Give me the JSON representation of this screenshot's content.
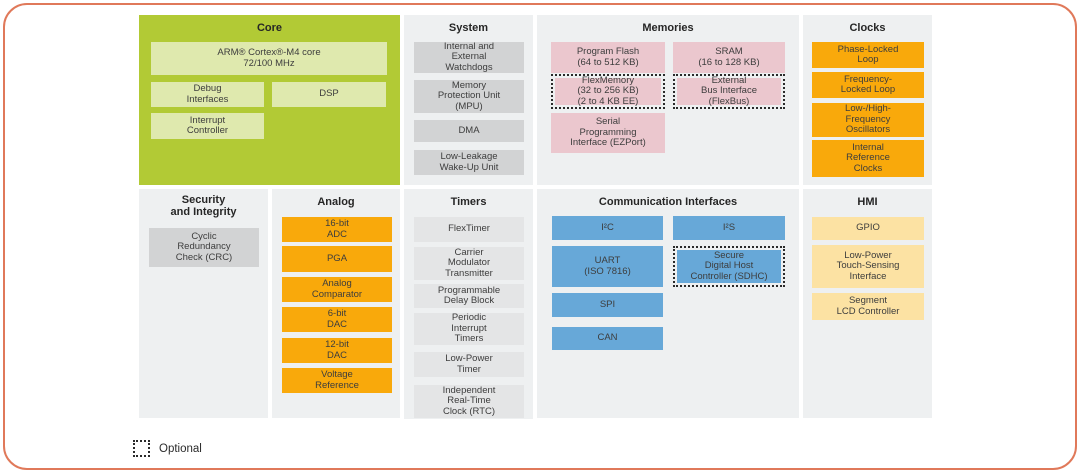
{
  "legend": {
    "label": "Optional"
  },
  "colors": {
    "frame_border": "#e0795a",
    "core_background": "#b2ca35",
    "core_block": "#dfe9ae",
    "section_background": "#eef0f1",
    "system_block": "#d2d3d4",
    "timers_block": "#e4e5e6",
    "memories_block": "#ebc7ce",
    "clocks_analog_block": "#f9a90b",
    "communication_block": "#67a8d8",
    "hmi_block": "#fce2a3"
  },
  "sections": {
    "core": {
      "title": "Core",
      "blocks": {
        "arm": "ARM® Cortex®-M4 core\n72/100 MHz",
        "debug": "Debug\nInterfaces",
        "dsp": "DSP",
        "interrupt": "Interrupt\nController"
      }
    },
    "system": {
      "title": "System",
      "blocks": {
        "watchdogs": "Internal and\nExternal\nWatchdogs",
        "mpu": "Memory\nProtection Unit\n(MPU)",
        "dma": "DMA",
        "llwu": "Low-Leakage\nWake-Up Unit"
      }
    },
    "memories": {
      "title": "Memories",
      "blocks": {
        "program_flash": "Program Flash\n(64 to 512 KB)",
        "sram": "SRAM\n(16 to 128 KB)",
        "flexmemory": "FlexMemory\n(32 to 256 KB)\n(2 to 4 KB EE)",
        "external_bus": "External\nBus Interface\n(FlexBus)",
        "ezport": "Serial\nProgramming\nInterface (EZPort)"
      }
    },
    "clocks": {
      "title": "Clocks",
      "blocks": {
        "pll": "Phase-Locked\nLoop",
        "fll": "Frequency-\nLocked Loop",
        "oscillators": "Low-/High-\nFrequency\nOscillators",
        "irc": "Internal\nReference\nClocks"
      }
    },
    "security": {
      "title": "Security\nand Integrity",
      "blocks": {
        "crc": "Cyclic\nRedundancy\nCheck (CRC)"
      }
    },
    "analog": {
      "title": "Analog",
      "blocks": {
        "adc": "16-bit\nADC",
        "pga": "PGA",
        "comparator": "Analog\nComparator",
        "dac6": "6-bit\nDAC",
        "dac12": "12-bit\nDAC",
        "vref": "Voltage\nReference"
      }
    },
    "timers": {
      "title": "Timers",
      "blocks": {
        "flextimer": "FlexTimer",
        "cmt": "Carrier\nModulator\nTransmitter",
        "pdb": "Programmable\nDelay Block",
        "pit": "Periodic\nInterrupt\nTimers",
        "lpt": "Low-Power\nTimer",
        "rtc": "Independent\nReal-Time\nClock (RTC)"
      }
    },
    "communication": {
      "title": "Communication Interfaces",
      "blocks": {
        "i2c": "I²C",
        "i2s": "I²S",
        "uart": "UART\n(ISO 7816)",
        "sdhc": "Secure\nDigital Host\nController (SDHC)",
        "spi": "SPI",
        "can": "CAN"
      }
    },
    "hmi": {
      "title": "HMI",
      "blocks": {
        "gpio": "GPIO",
        "touch": "Low-Power\nTouch-Sensing\nInterface",
        "lcd": "Segment\nLCD Controller"
      }
    }
  }
}
